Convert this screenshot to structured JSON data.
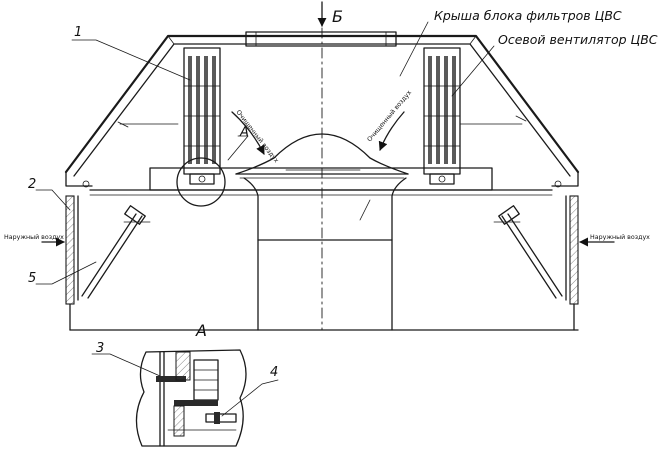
{
  "labels": {
    "section_mark": "Б",
    "roof": "Крыша блока фильтров ЦВС",
    "fan": "Осевой вентилятор ЦВС",
    "outer_air": "Наружный воздух",
    "clean_air": "Очищенный воздух",
    "detail": "А",
    "detail_view": "А",
    "callouts": {
      "c1": "1",
      "c2": "2",
      "c3": "3",
      "c4": "4",
      "c5": "5"
    }
  }
}
